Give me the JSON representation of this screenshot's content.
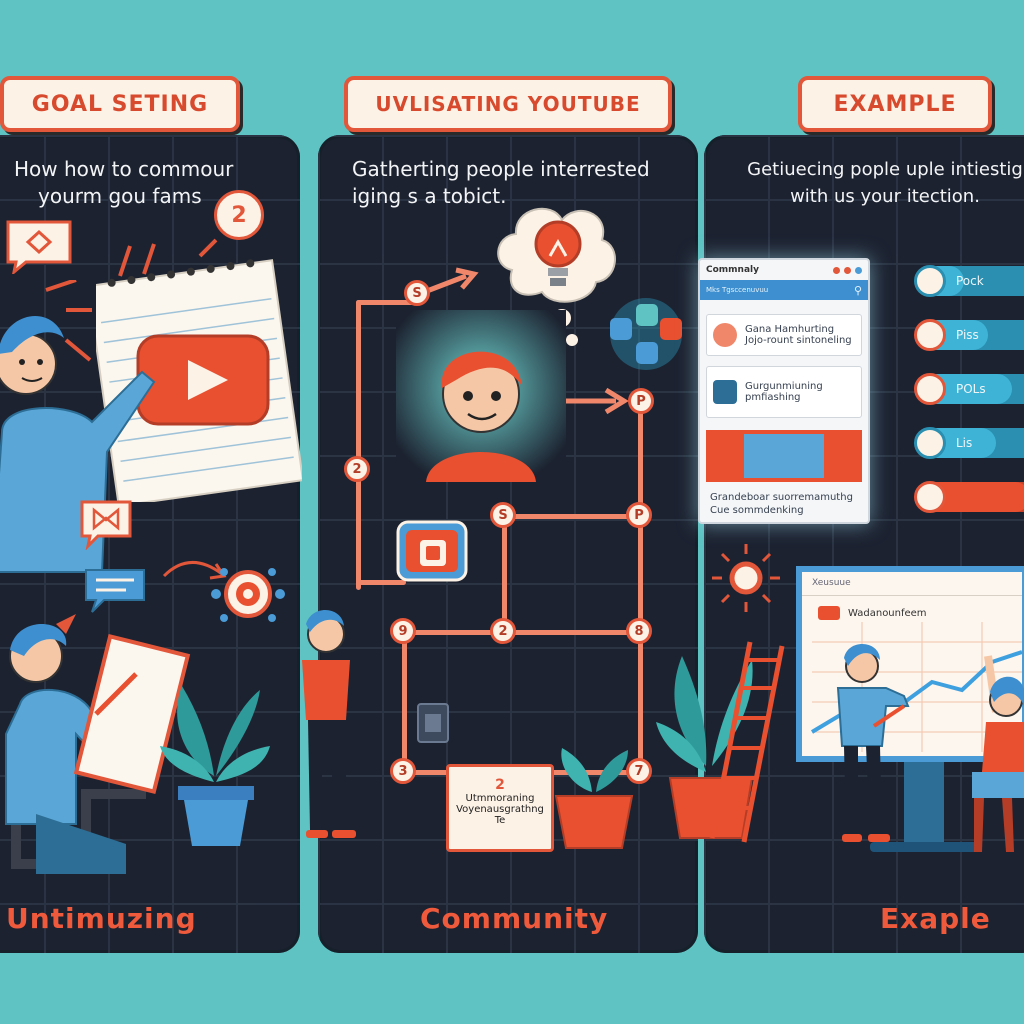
{
  "sections": [
    {
      "label": "GOAL SETING",
      "intro": [
        "How how to commour",
        "yourm gou fams"
      ],
      "footer": "Untimuzing",
      "badge": "2"
    },
    {
      "label": "UVLISATING YOUTUBE",
      "intro": [
        "Gatherting people interrested",
        "iging s a tobict."
      ],
      "footer": "Community",
      "flow_nodes": [
        "S",
        "2",
        "P",
        "S",
        "P",
        "9",
        "2",
        "8",
        "3",
        "7"
      ],
      "sign": [
        "2",
        "Utmmoraning",
        "Voyenausgrathng",
        "Te"
      ]
    },
    {
      "label": "EXAMPLE",
      "intro": [
        "Getiuecing pople uple intiestig",
        "with us your itection."
      ],
      "footer": "Exaple",
      "window": {
        "title": "Commnaly",
        "toolbar": "Mks Tgsccenuvuu",
        "items": [
          [
            "Gana Hamhurting",
            "Jojo-rount sintoneling"
          ],
          [
            "Gurgunmiuning",
            "pmfiashing"
          ]
        ],
        "caption": [
          "Grandeboar suorremamuthg",
          "Cue sommdenking"
        ]
      },
      "progress": [
        {
          "label": "Pock",
          "value": 0.35
        },
        {
          "label": "Piss",
          "value": 0.55
        },
        {
          "label": "POLs",
          "value": 0.75
        },
        {
          "label": "Lis",
          "value": 0.62
        },
        {
          "label": "",
          "value": 0.9
        }
      ],
      "monitor": {
        "header": "Xeusuue",
        "title": "Wadanounfeem"
      }
    }
  ],
  "colors": {
    "background": "#5ec3c2",
    "panel": "#1c2230",
    "accent": "#e2563a",
    "blue": "#4b9bd6"
  }
}
